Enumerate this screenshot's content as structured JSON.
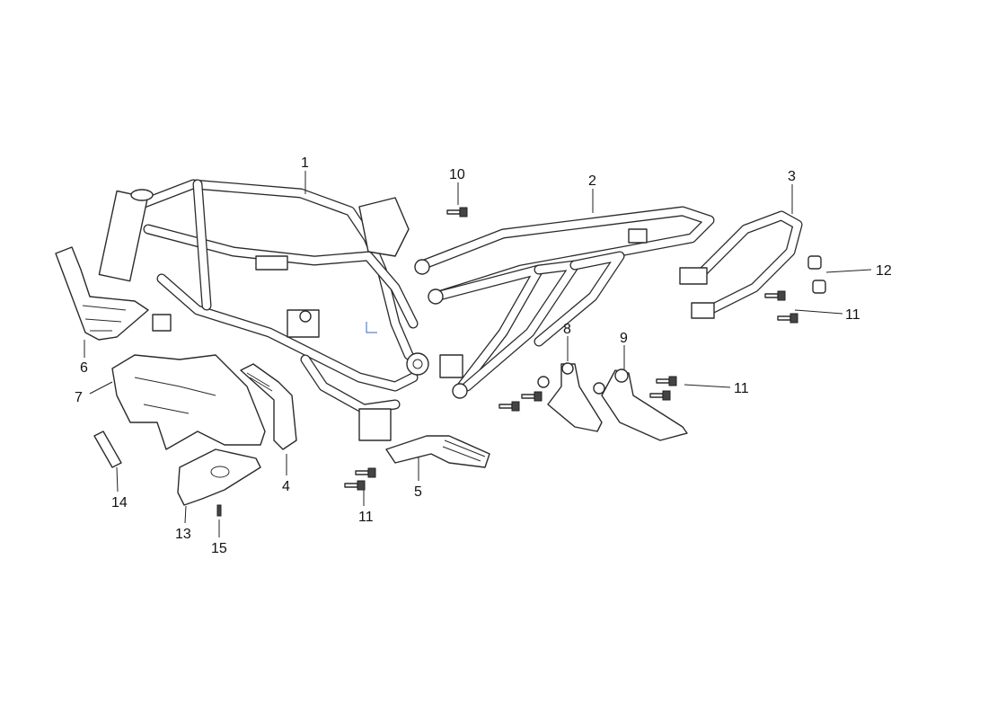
{
  "diagram": {
    "title": "Frame and related parts exploded view",
    "callouts": [
      {
        "id": "callout-1",
        "label": "1"
      },
      {
        "id": "callout-10",
        "label": "10"
      },
      {
        "id": "callout-2",
        "label": "2"
      },
      {
        "id": "callout-3",
        "label": "3"
      },
      {
        "id": "callout-12",
        "label": "12"
      },
      {
        "id": "callout-11a",
        "label": "11"
      },
      {
        "id": "callout-8",
        "label": "8"
      },
      {
        "id": "callout-9",
        "label": "9"
      },
      {
        "id": "callout-11b",
        "label": "11"
      },
      {
        "id": "callout-6",
        "label": "6"
      },
      {
        "id": "callout-7",
        "label": "7"
      },
      {
        "id": "callout-4",
        "label": "4"
      },
      {
        "id": "callout-5",
        "label": "5"
      },
      {
        "id": "callout-11c",
        "label": "11"
      },
      {
        "id": "callout-14",
        "label": "14"
      },
      {
        "id": "callout-13",
        "label": "13"
      },
      {
        "id": "callout-15",
        "label": "15"
      }
    ]
  }
}
